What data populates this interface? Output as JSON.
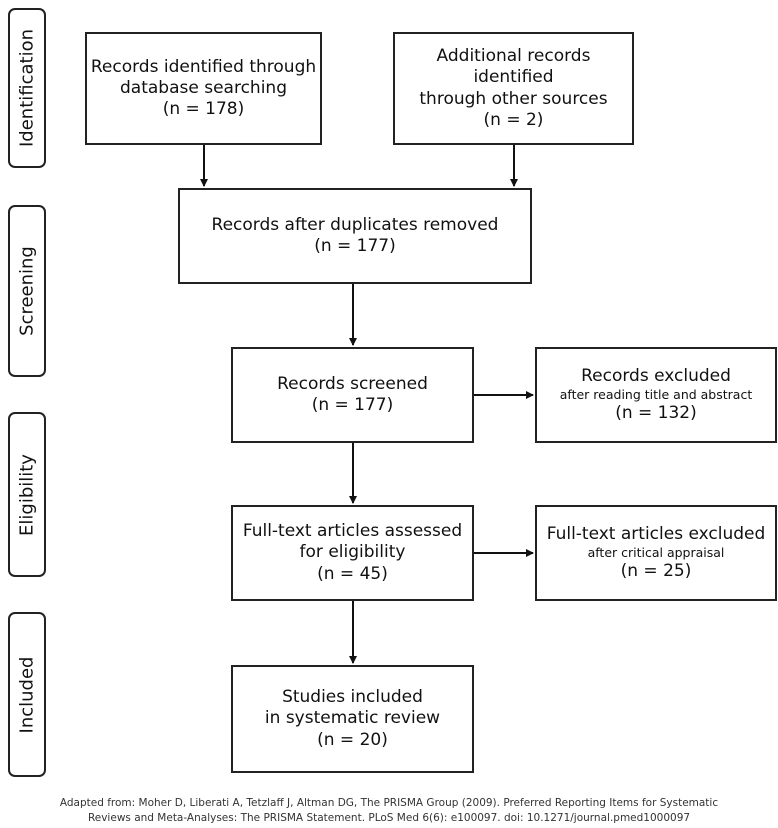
{
  "phases": [
    {
      "label": "Identification"
    },
    {
      "label": "Screening"
    },
    {
      "label": "Eligibility"
    },
    {
      "label": "Included"
    }
  ],
  "boxes": {
    "db_search": {
      "lines": [
        "Records identified through",
        "database searching"
      ],
      "count": "(n = 178)"
    },
    "other_sources": {
      "lines": [
        "Additional records identified",
        "through other sources"
      ],
      "count": "(n = 2)"
    },
    "after_duplicates": {
      "lines": [
        "Records after duplicates removed"
      ],
      "count": "(n = 177)"
    },
    "screened": {
      "lines": [
        "Records screened"
      ],
      "count": "(n = 177)"
    },
    "excluded": {
      "title": "Records excluded",
      "note": "after reading title and abstract",
      "count": "(n = 132)"
    },
    "fulltext": {
      "lines": [
        "Full-text articles assessed",
        "for eligibility"
      ],
      "count": "(n = 45)"
    },
    "fulltext_excluded": {
      "title": "Full-text articles excluded",
      "note": "after critical appraisal",
      "count": "(n = 25)"
    },
    "included": {
      "lines": [
        "Studies included",
        "in systematic review"
      ],
      "count": "(n = 20)"
    }
  },
  "footer": {
    "line1": "Adapted from: Moher D, Liberati A, Tetzlaff J, Altman DG, The PRISMA Group (2009). Preferred Reporting Items for Systematic",
    "line2": "Reviews and Meta-Analyses: The PRISMA Statement. PLoS Med 6(6): e100097. doi: 10.1271/journal.pmed1000097"
  }
}
